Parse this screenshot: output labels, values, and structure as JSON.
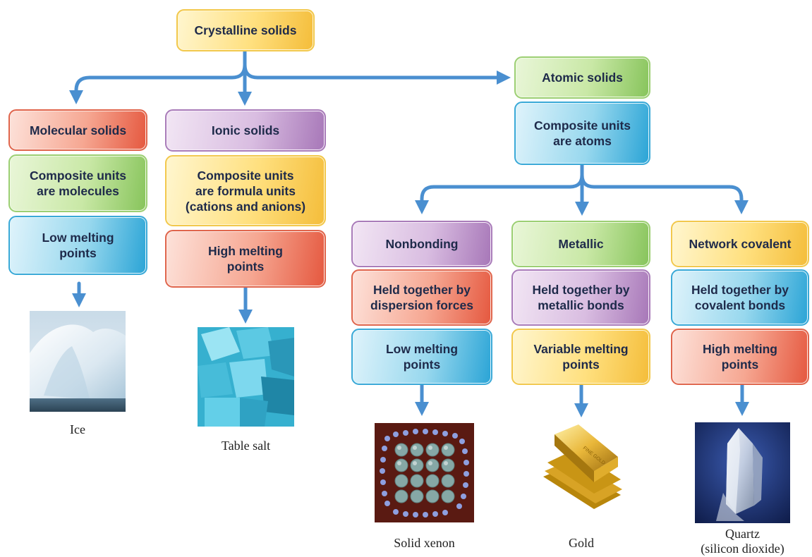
{
  "colors": {
    "connector": "#4a8fd0"
  },
  "root": {
    "label": "Crystalline solids"
  },
  "molecular": {
    "title": "Molecular solids",
    "units": "Composite units\nare molecules",
    "melting": "Low melting\npoints",
    "example": "Ice",
    "example_image": "iceberg-photo"
  },
  "ionic": {
    "title": "Ionic solids",
    "units": "Composite units\nare formula units\n(cations and anions)",
    "melting": "High melting\npoints",
    "example": "Table salt",
    "example_image": "salt-crystals-photo"
  },
  "atomic": {
    "title": "Atomic solids",
    "units": "Composite units\nare atoms"
  },
  "nonbonding": {
    "title": "Nonbonding",
    "bond": "Held together by\ndispersion forces",
    "melting": "Low melting\npoints",
    "example": "Solid xenon",
    "example_image": "xenon-lattice-model"
  },
  "metallic": {
    "title": "Metallic",
    "bond": "Held together by\nmetallic bonds",
    "melting": "Variable melting\npoints",
    "example": "Gold",
    "example_image": "gold-bars-photo"
  },
  "network": {
    "title": "Network covalent",
    "bond": "Held together by\ncovalent bonds",
    "melting": "High melting\npoints",
    "example": "Quartz\n(silicon dioxide)",
    "example_image": "quartz-crystal-photo"
  }
}
